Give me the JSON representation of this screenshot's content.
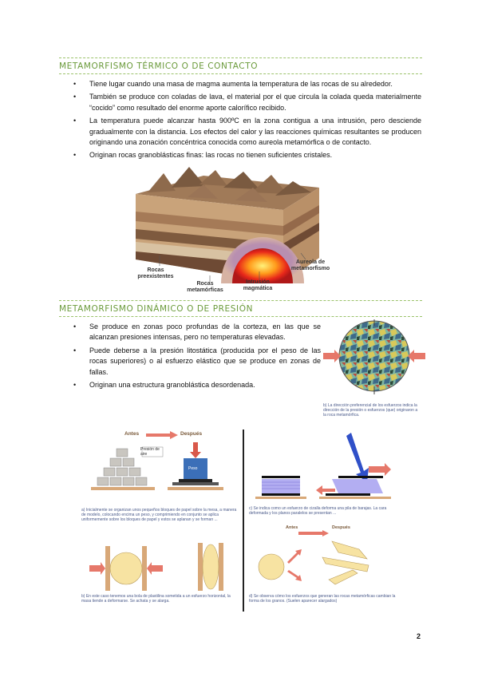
{
  "section1": {
    "title": "METAMORFISMO TÉRMICO O DE CONTACTO",
    "bullets": [
      "Tiene lugar cuando una masa de magma aumenta la temperatura de las rocas de su alrededor.",
      "También se produce con coladas de lava, el material por el que circula la colada queda materialmente “cocido” como resultado del enorme aporte calorífico recibido.",
      "La temperatura puede alcanzar hasta 900ºC en la zona contigua a una intrusión, pero desciende gradualmente con la distancia. Los efectos del calor y las reacciones químicas resultantes se producen originando una zonación concéntrica conocida como aureola metamórfica o de contacto.",
      "Originan rocas granoblásticas finas: las rocas no tienen suficientes cristales."
    ],
    "figure_labels": {
      "preexistentes": "Rocas preexistentes",
      "metamorficas": "Rocas metamórficas",
      "intrusion": "Intrusión magmática",
      "aureola": "Aureola de metamorfismo"
    }
  },
  "section2": {
    "title": "METAMORFISMO DINÁMICO O DE PRESIÓN",
    "bullets": [
      "Se produce en zonas poco profundas de la corteza, en las que se alcanzan presiones intensas, pero no temperaturas elevadas.",
      "Puede deberse a la presión litostática (producida por el peso de las rocas superiores) o al esfuerzo elástico que se produce en zonas de fallas.",
      "Originan una estructura granoblástica desordenada."
    ],
    "circle_caption": "b) La dirección preferencial de los esfuerzos indica la dirección de la presión o esfuerzos (que) originaron a la roca metamórfica."
  },
  "diagram": {
    "antes": "Antes",
    "despues": "Después",
    "presion_aire": "Presión de aire",
    "peso": "Peso",
    "caption_a": "a) Inicialmente se organizan unos pequeños bloques de papel sobre la mesa, a manera de modelo, colocando encima un peso, y comprimiendo en conjunto se aplica uniformemente sobre los bloques de papel y estos se aplanan y se forman ...",
    "caption_b": "b) En este caso tenemos una bola de plastilina sometida a un esfuerzo horizontal, la masa tiende a deformarse. Se achata y se alarga.",
    "caption_c": "c) Se indica como un esfuerzo de cizalla deforma una pila de barajas. La cara deformada y los planos paralelos se presentan ...",
    "caption_d": "d) Se observa cómo los esfuerzos que generan las rocas metamórficas cambian la forma de los granos. (Suelen aparecer alargados)"
  },
  "page_number": "2"
}
